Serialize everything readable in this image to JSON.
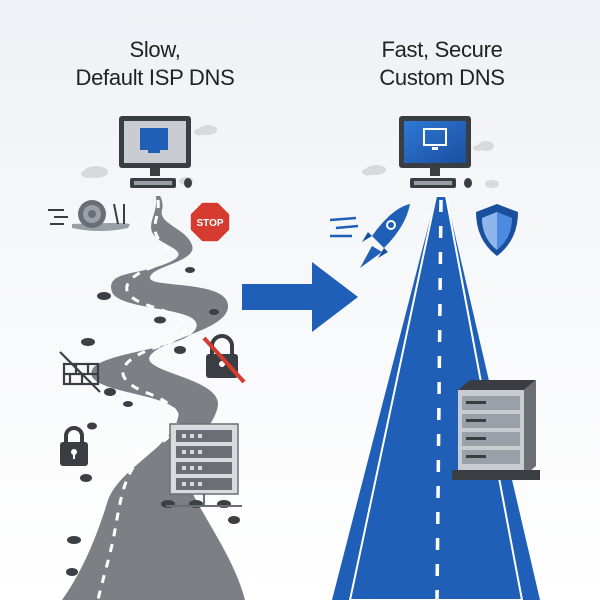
{
  "left_panel": {
    "title_line1": "Slow,",
    "title_line2": "Default ISP DNS",
    "stop_sign": "STOP",
    "icons": [
      "computer-icon",
      "snail-icon",
      "stop-sign-icon",
      "blocked-firewall-icon",
      "blocked-lock-icon",
      "lock-icon",
      "server-rack-icon",
      "cloud-icon"
    ]
  },
  "right_panel": {
    "title_line1": "Fast, Secure",
    "title_line2": "Custom DNS",
    "icons": [
      "computer-icon",
      "rocket-icon",
      "shield-icon",
      "server-rack-icon",
      "cloud-icon"
    ]
  },
  "colors": {
    "accent_blue": "#1f5fb8",
    "road_gray": "#7d7f84",
    "stop_red": "#d63b2f",
    "dark_gray": "#3a3d42"
  }
}
